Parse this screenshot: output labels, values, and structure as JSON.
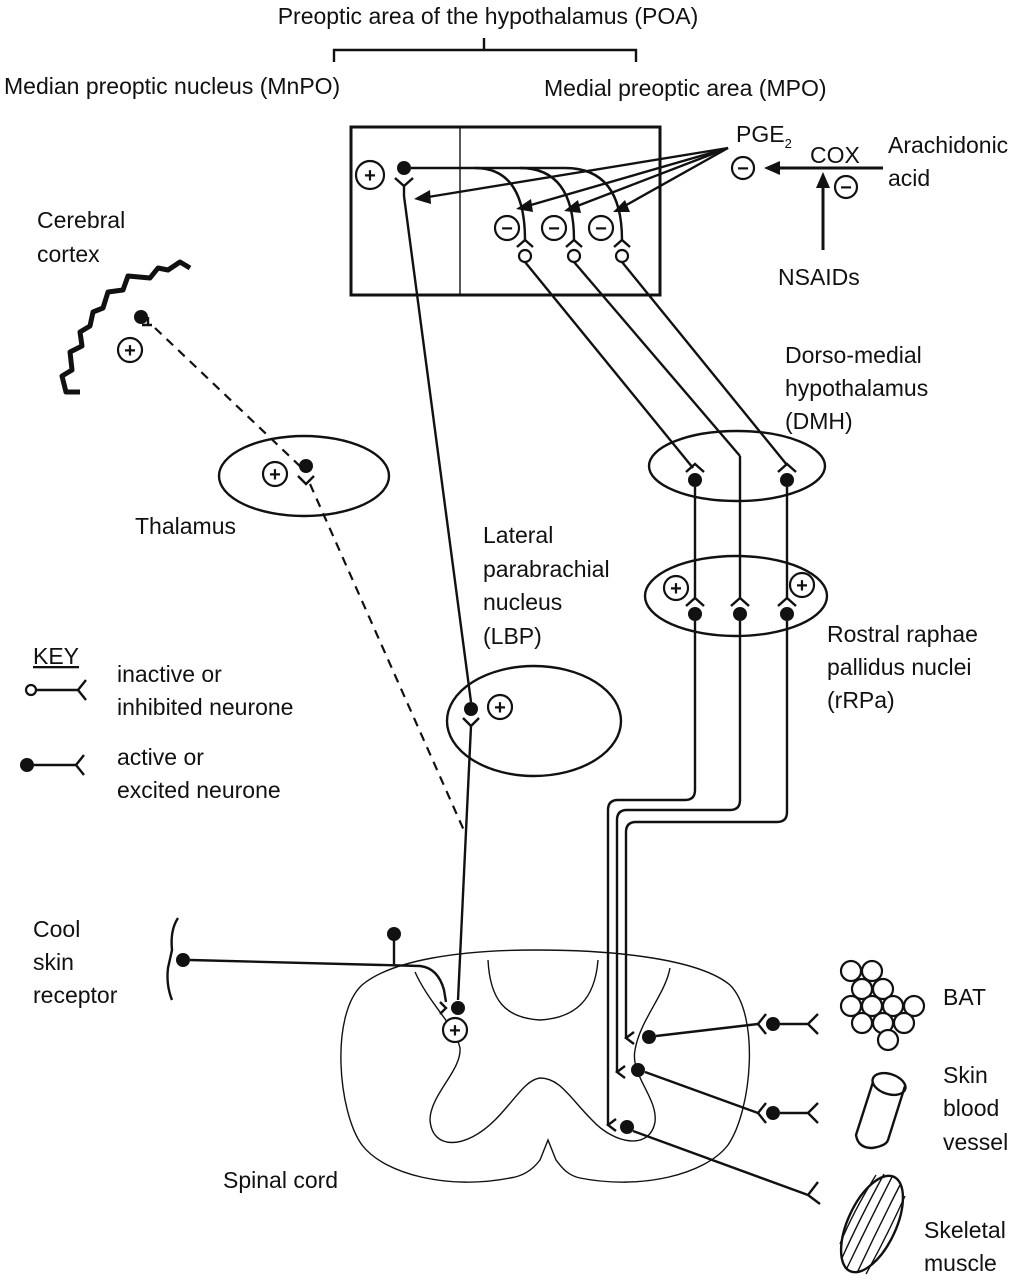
{
  "labels": {
    "poa": "Preoptic area of the hypothalamus (POA)",
    "mnpo": "Median preoptic nucleus (MnPO)",
    "mpo": "Medial preoptic area (MPO)",
    "pge": "PGE",
    "pge_sub": "2",
    "cox": "COX",
    "arachidonic": [
      "Arachidonic",
      "acid"
    ],
    "nsaids": "NSAIDs",
    "cortex": [
      "Cerebral",
      "cortex"
    ],
    "thalamus": "Thalamus",
    "dmh": [
      "Dorso-medial",
      "hypothalamus",
      "(DMH)"
    ],
    "lbp": [
      "Lateral",
      "parabrachial",
      "nucleus",
      "(LBP)"
    ],
    "rrpa": [
      "Rostral raphae",
      "pallidus nuclei",
      "(rRPa)"
    ],
    "cool": [
      "Cool",
      "skin",
      "receptor"
    ],
    "spinal": "Spinal cord",
    "bat": "BAT",
    "vessel": [
      "Skin",
      "blood",
      "vessel"
    ],
    "muscle": [
      "Skeletal",
      "muscle"
    ]
  },
  "key": {
    "title": "KEY",
    "inactive": [
      "inactive or",
      "inhibited neurone"
    ],
    "active": [
      "active or",
      "excited neurone"
    ]
  },
  "signs": {
    "plus": "+",
    "minus": "−"
  }
}
